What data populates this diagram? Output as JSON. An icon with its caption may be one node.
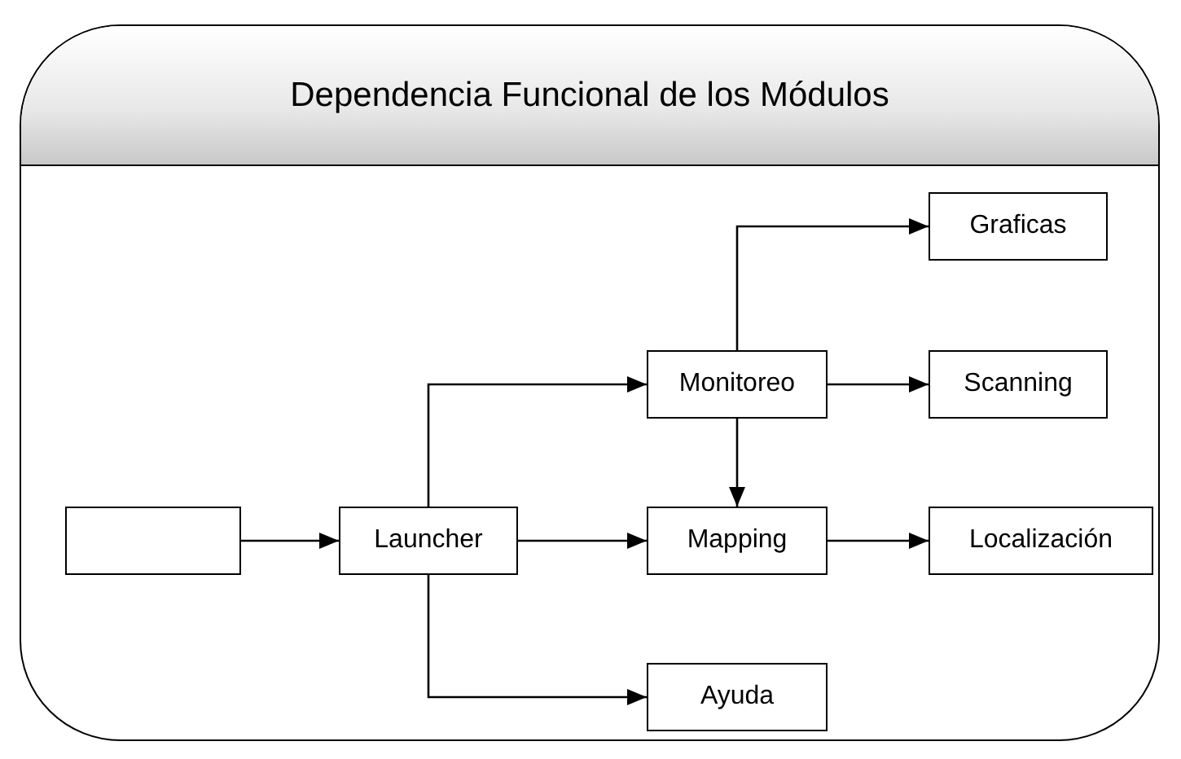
{
  "diagram": {
    "title": "Dependencia Funcional de los Módulos",
    "nodes": [
      {
        "text": [],
        "shape": "box"
      },
      {
        "text": [
          "Launcher"
        ]
      },
      {
        "text": [
          "Monitoreo"
        ]
      },
      {
        "text": [
          "Mapping"
        ]
      },
      {
        "text": [
          "Ayuda"
        ]
      },
      {
        "text": [
          "Graficas"
        ]
      },
      {
        "text": [
          "Scanning"
        ]
      },
      {
        "text": [
          "Localización"
        ]
      }
    ],
    "edges": [
      {
        "from": 0,
        "to": 1,
        "arrow": "to"
      },
      {
        "from": 1,
        "to": 2,
        "arrow": "to"
      },
      {
        "from": 1,
        "to": 3,
        "arrow": "to"
      },
      {
        "from": 1,
        "to": 4,
        "arrow": "to"
      },
      {
        "from": 2,
        "to": 5,
        "arrow": "to"
      },
      {
        "from": 2,
        "to": 6,
        "arrow": "to"
      },
      {
        "from": 2,
        "to": 3,
        "arrow": "to"
      },
      {
        "from": 3,
        "to": 7,
        "arrow": "to"
      }
    ]
  }
}
